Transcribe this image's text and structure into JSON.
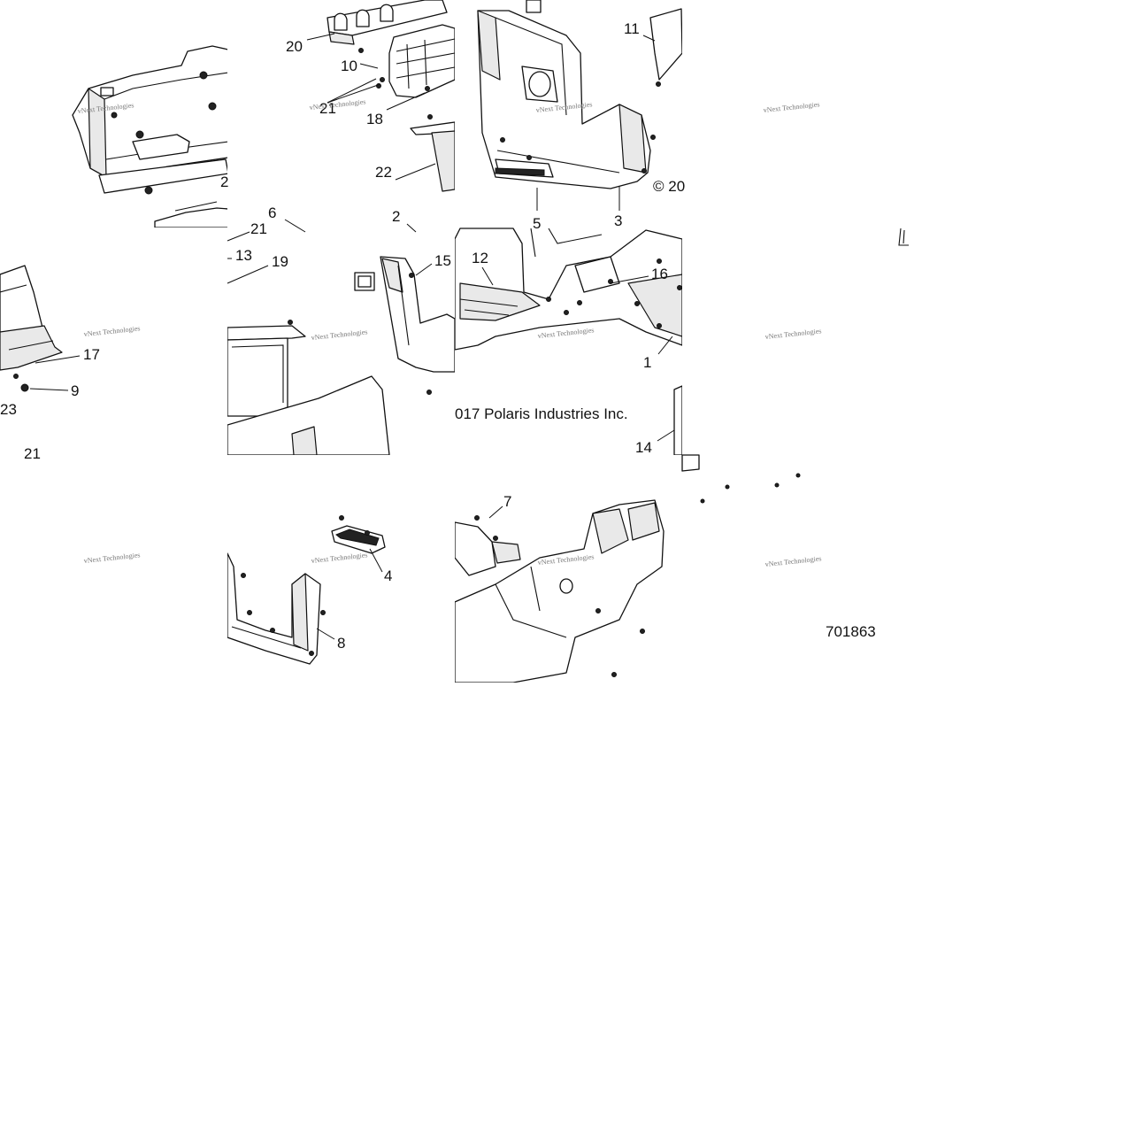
{
  "callouts": [
    {
      "id": "20",
      "label": "20"
    },
    {
      "id": "10",
      "label": "10"
    },
    {
      "id": "21a",
      "label": "21"
    },
    {
      "id": "18",
      "label": "18"
    },
    {
      "id": "22",
      "label": "22"
    },
    {
      "id": "11",
      "label": "11"
    },
    {
      "id": "5",
      "label": "5"
    },
    {
      "id": "3",
      "label": "3"
    },
    {
      "id": "6",
      "label": "6"
    },
    {
      "id": "2",
      "label": "2"
    },
    {
      "id": "2b",
      "label": "2"
    },
    {
      "id": "21b",
      "label": "21"
    },
    {
      "id": "13",
      "label": "13"
    },
    {
      "id": "19",
      "label": "19"
    },
    {
      "id": "15",
      "label": "15"
    },
    {
      "id": "12",
      "label": "12"
    },
    {
      "id": "16",
      "label": "16"
    },
    {
      "id": "1",
      "label": "1"
    },
    {
      "id": "17",
      "label": "17"
    },
    {
      "id": "9",
      "label": "9"
    },
    {
      "id": "23",
      "label": "23"
    },
    {
      "id": "21c",
      "label": "21"
    },
    {
      "id": "14",
      "label": "14"
    },
    {
      "id": "7",
      "label": "7"
    },
    {
      "id": "4",
      "label": "4"
    },
    {
      "id": "8",
      "label": "8"
    }
  ],
  "copyright_fragment": "© 20",
  "copyright_line": "017 Polaris Industries Inc.",
  "diagram_number": "701863",
  "watermark_text": "vNext Technologies",
  "colors": {
    "line": "#111111",
    "shade": "#e9e9e9",
    "watermark": "#777777",
    "background": "#ffffff"
  }
}
